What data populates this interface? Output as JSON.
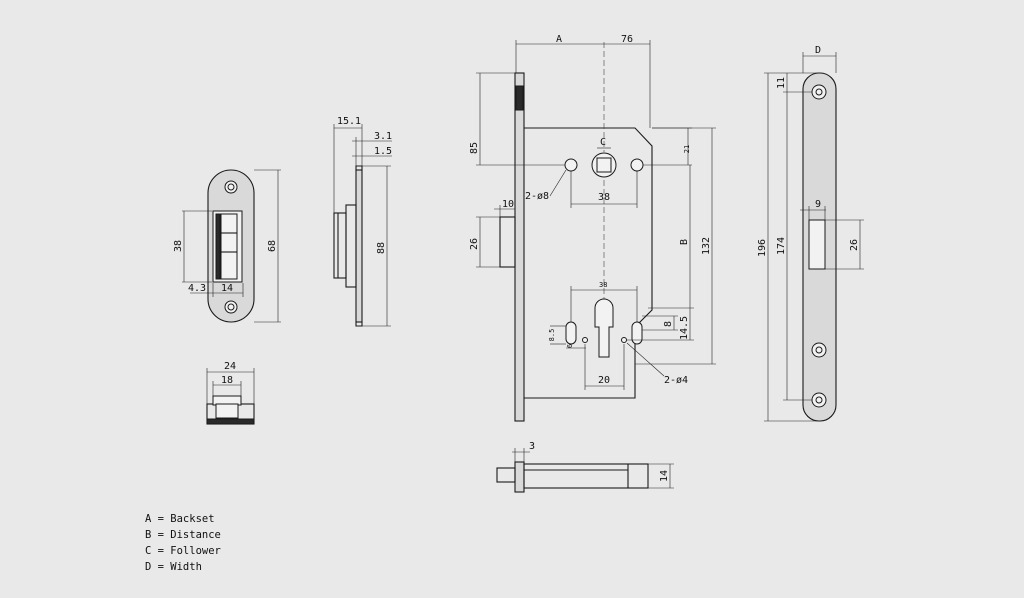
{
  "colors": {
    "background": "#e9e9e9",
    "line": "#1a1a1a",
    "plate": "#d9d9d9"
  },
  "dims": {
    "striker_38": "38",
    "striker_68": "68",
    "striker_4_3": "4.3",
    "striker_14": "14",
    "striker_24": "24",
    "striker_18": "18",
    "side_15_1": "15.1",
    "side_3_1": "3.1",
    "side_1_5": "1.5",
    "side_88": "88",
    "body_A": "A",
    "body_76": "76",
    "body_C": "C",
    "body_85": "85",
    "body_21": "21",
    "body_2_o8": "2-ø8",
    "body_38_top": "38",
    "body_10": "10",
    "body_26": "26",
    "body_B": "B",
    "body_132": "132",
    "body_38_mid": "38",
    "body_8_5": "8.5",
    "body_6": "6",
    "body_8": "8",
    "body_14_5": "14.5",
    "body_20": "20",
    "body_2_o4": "2-ø4",
    "bolt_3": "3",
    "bolt_14": "14",
    "face_D": "D",
    "face_11": "11",
    "face_9": "9",
    "face_196": "196",
    "face_174": "174",
    "face_26": "26"
  },
  "legend": [
    "A = Backset",
    "B = Distance",
    "C = Follower",
    "D = Width"
  ]
}
